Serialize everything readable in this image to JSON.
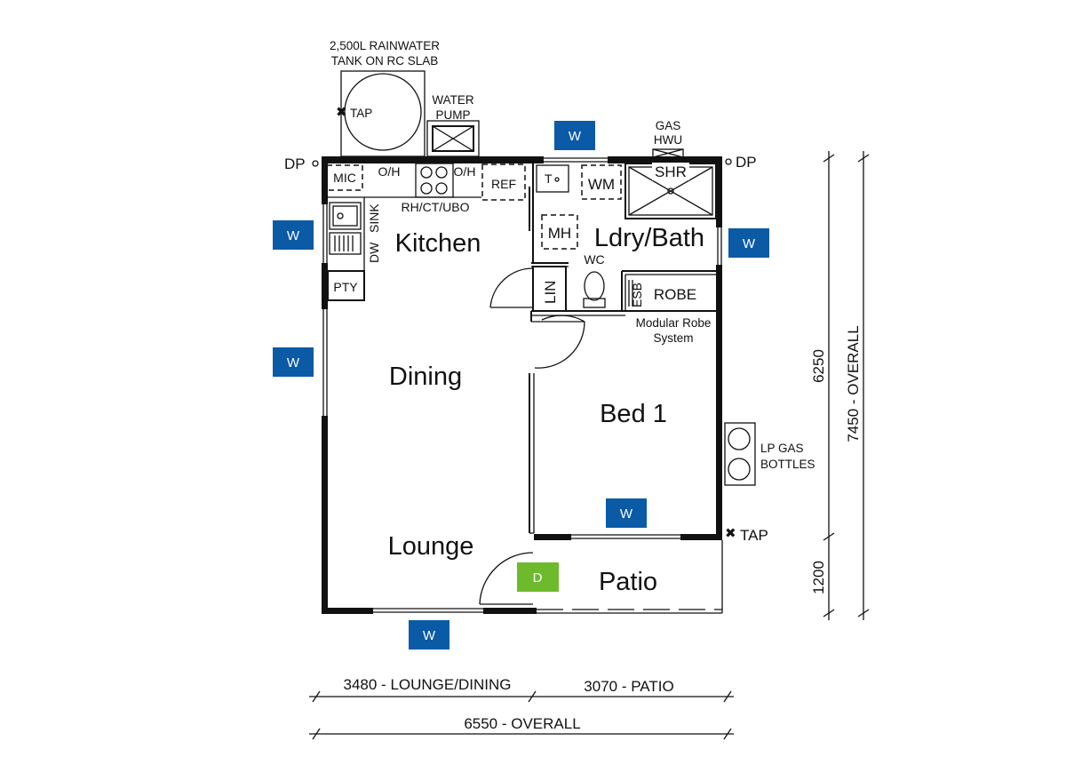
{
  "rooms": {
    "kitchen": "Kitchen",
    "laundry_bath": "Ldry/Bath",
    "dining": "Dining",
    "bed1": "Bed 1",
    "lounge": "Lounge",
    "patio": "Patio"
  },
  "fixtures": {
    "mic": "MIC",
    "oh_left": "O/H",
    "oh_right": "O/H",
    "ref": "REF",
    "wm": "WM",
    "shr": "SHR",
    "sink": "SINK",
    "dw": "DW",
    "pty": "PTY",
    "mh": "MH",
    "wc": "WC",
    "lin": "LIN",
    "esb": "ESB",
    "robe": "ROBE",
    "t": "T",
    "rh_ct_ubo": "RH/CT/UBO"
  },
  "notes": {
    "tank_line1": "2,500L RAINWATER",
    "tank_line2": "TANK ON RC SLAB",
    "tap_tank": "TAP",
    "pump_line1": "WATER",
    "pump_line2": "PUMP",
    "gas_line1": "GAS",
    "gas_line2": "HWU",
    "dp_left": "DP",
    "dp_right": "DP",
    "robe_line1": "Modular Robe",
    "robe_line2": "System",
    "lp_line1": "LP GAS",
    "lp_line2": "BOTTLES",
    "tap_side": "TAP"
  },
  "badges": {
    "window": "W",
    "door": "D"
  },
  "colors": {
    "window_badge": "#0b5aa6",
    "door_badge": "#6dbb2d",
    "wall": "#111111"
  },
  "dimensions": {
    "lounge_dining": "3480 - LOUNGE/DINING",
    "patio_width": "3070 - PATIO",
    "overall_width": "6550 - OVERALL",
    "depth_main": "6250",
    "depth_patio": "1200",
    "overall_depth": "7450 - OVERALL"
  }
}
